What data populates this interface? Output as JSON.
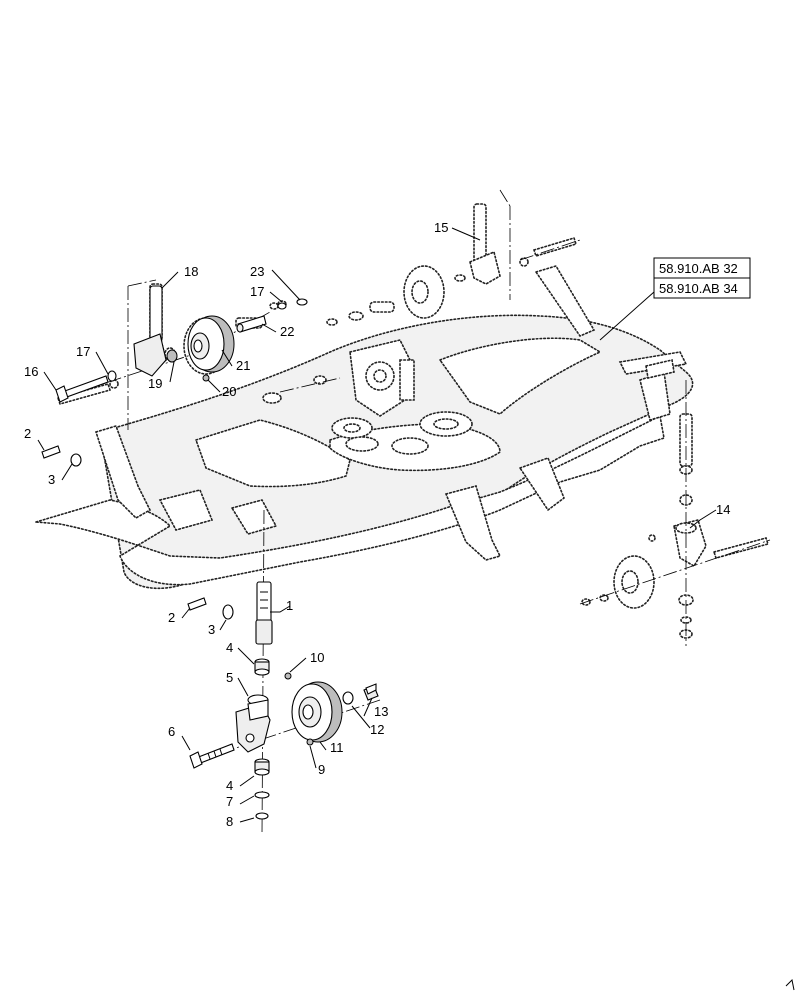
{
  "diagram": {
    "type": "exploded-parts-diagram",
    "callouts": [
      "1",
      "2",
      "2",
      "3",
      "3",
      "4",
      "4",
      "5",
      "6",
      "7",
      "8",
      "9",
      "10",
      "11",
      "12",
      "13",
      "14",
      "15",
      "16",
      "17",
      "17",
      "18",
      "19",
      "20",
      "21",
      "22",
      "23"
    ],
    "references": [
      "58.910.AB 32",
      "58.910.AB 34"
    ],
    "icons": [
      "mower-deck",
      "caster-wheel",
      "caster-arm",
      "bolt",
      "spacer",
      "washer",
      "hairpin-clip",
      "pin",
      "nut",
      "gearbox",
      "pulley"
    ]
  }
}
